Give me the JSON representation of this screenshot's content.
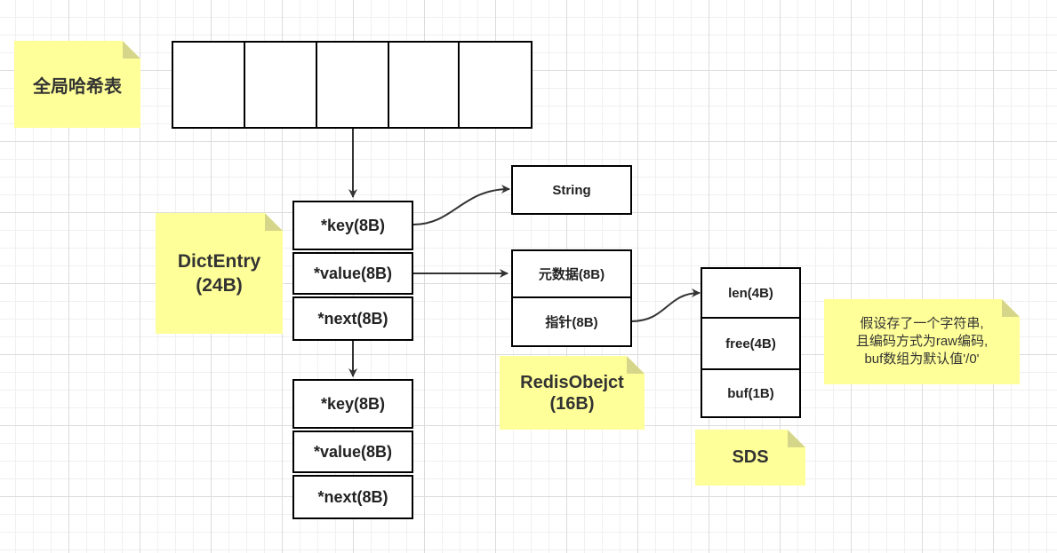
{
  "labels": {
    "global_hash_table": "全局哈希表",
    "dict_entry": [
      "DictEntry",
      "(24B)"
    ],
    "redis_object": [
      "RedisObejct",
      "(16B)"
    ],
    "sds": "SDS",
    "assumption": [
      "假设存了一个字符串,",
      "且编码方式为raw编码,",
      "buf数组为默认值'/0'"
    ]
  },
  "entry1": {
    "key": "*key(8B)",
    "value": "*value(8B)",
    "next": "*next(8B)"
  },
  "entry2": {
    "key": "*key(8B)",
    "value": "*value(8B)",
    "next": "*next(8B)"
  },
  "string_box": "String",
  "redis_object_fields": {
    "metadata": "元数据(8B)",
    "pointer": "指针(8B)"
  },
  "sds_fields": {
    "len": "len(4B)",
    "free": "free(4B)",
    "buf": "buf(1B)"
  },
  "colors": {
    "note_fill": "#ffff99",
    "note_fold": "#d6d68a",
    "stroke": "#000000",
    "grid": "#dcdcdc"
  }
}
